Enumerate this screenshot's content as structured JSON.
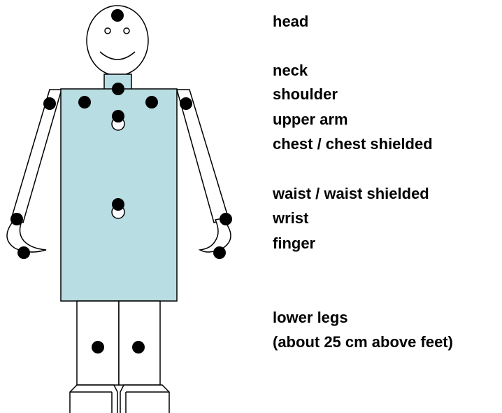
{
  "colors": {
    "body_fill": "#b8dde2",
    "outline": "#000000",
    "marker": "#000000",
    "background": "#ffffff"
  },
  "labels": {
    "head": "head",
    "neck": "neck",
    "shoulder": "shoulder",
    "upper_arm": "upper arm",
    "chest": "chest / chest shielded",
    "waist": "waist / waist shielded",
    "wrist": "wrist",
    "finger": "finger",
    "lower_legs_1": "lower legs",
    "lower_legs_2": "(about 25 cm above feet)"
  }
}
